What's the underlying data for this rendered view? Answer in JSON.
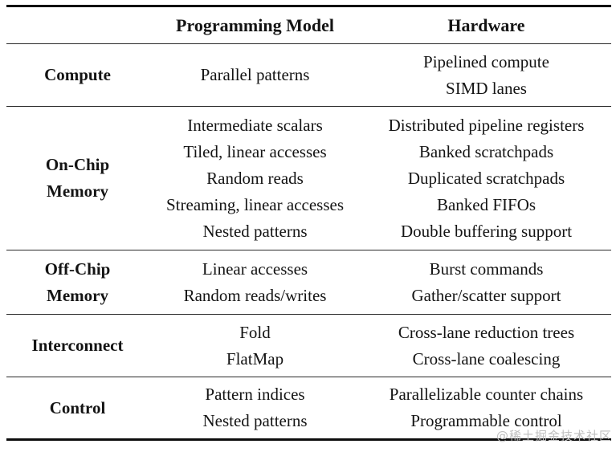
{
  "table": {
    "headers": {
      "row_label_column": "",
      "programming_model": "Programming Model",
      "hardware": "Hardware"
    },
    "rows": [
      {
        "label": [
          "Compute"
        ],
        "pm": [
          "Parallel patterns"
        ],
        "hw": [
          "Pipelined compute",
          "SIMD lanes"
        ]
      },
      {
        "label": [
          "On-Chip",
          "Memory"
        ],
        "pm": [
          "Intermediate scalars",
          "Tiled, linear accesses",
          "Random reads",
          "Streaming, linear accesses",
          "Nested patterns"
        ],
        "hw": [
          "Distributed pipeline registers",
          "Banked scratchpads",
          "Duplicated scratchpads",
          "Banked FIFOs",
          "Double buffering support"
        ]
      },
      {
        "label": [
          "Off-Chip",
          "Memory"
        ],
        "pm": [
          "Linear accesses",
          "Random reads/writes"
        ],
        "hw": [
          "Burst commands",
          "Gather/scatter support"
        ]
      },
      {
        "label": [
          "Interconnect"
        ],
        "pm": [
          "Fold",
          "FlatMap"
        ],
        "hw": [
          "Cross-lane reduction trees",
          "Cross-lane coalescing"
        ]
      },
      {
        "label": [
          "Control"
        ],
        "pm": [
          "Pattern indices",
          "Nested patterns"
        ],
        "hw": [
          "Parallelizable counter chains",
          "Programmable control"
        ]
      }
    ]
  },
  "watermark": "@稀土掘金技术社区",
  "colors": {
    "background": "#ffffff",
    "text": "#141414",
    "rule_thick": "#0d0d0d",
    "rule_thin": "#2a2a2a",
    "watermark": "#bfbfbf"
  }
}
